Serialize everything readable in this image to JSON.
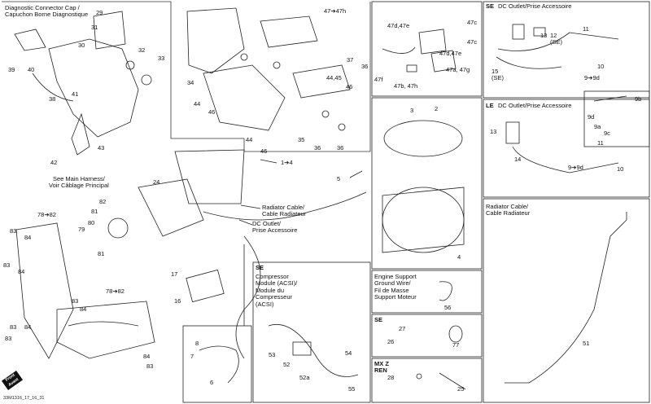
{
  "diagram": {
    "panels": [
      {
        "id": "panel-diag-cap",
        "title": "Diagnostic Connector Cap /\nCapuchon Borne Diagnostique"
      },
      {
        "id": "panel-dc-outlet-se",
        "tag": "SE",
        "title": "DC Outlet/Prise Accessoire"
      },
      {
        "id": "panel-dc-outlet-le",
        "tag": "LE",
        "title": "DC Outlet/Prise Accessoire"
      },
      {
        "id": "panel-radiator-cable",
        "title": "Radiator Cable/\nCable Radiateur"
      },
      {
        "id": "panel-compressor",
        "tag": "SE",
        "title": "Compressor\nModule (ACSI)/\nModule du\nCompresseur\n(ACSI)"
      },
      {
        "id": "panel-ground-wire",
        "title": "Engine Support\nGround Wire/\nFil de Masse\nSupport Moteur"
      },
      {
        "id": "panel-se-small",
        "tag": "SE"
      },
      {
        "id": "panel-mxz-ren",
        "tag": "MX Z\nREN"
      }
    ],
    "callouts": {
      "see_main_harness": "See Main Harness/\nVoir Câblage Principal",
      "radiator_cable": "Radiator Cable/\nCable Radiateur",
      "dc_outlet": "DC Outlet/\nPrise Accessoire",
      "range_1_4": "1➔4",
      "range_47": "47➔47h",
      "range_78_82_a": "78➔82",
      "range_78_82_b": "78➔82"
    },
    "part_numbers": [
      {
        "id": "p29",
        "text": "29"
      },
      {
        "id": "p31",
        "text": "31"
      },
      {
        "id": "p30",
        "text": "30"
      },
      {
        "id": "p32",
        "text": "32"
      },
      {
        "id": "p33",
        "text": "33"
      },
      {
        "id": "p39",
        "text": "39"
      },
      {
        "id": "p40",
        "text": "40"
      },
      {
        "id": "p38",
        "text": "38"
      },
      {
        "id": "p41",
        "text": "41"
      },
      {
        "id": "p42",
        "text": "42"
      },
      {
        "id": "p43",
        "text": "43"
      },
      {
        "id": "p34",
        "text": "34"
      },
      {
        "id": "p37",
        "text": "37"
      },
      {
        "id": "p36a",
        "text": "36"
      },
      {
        "id": "p4445",
        "text": "44,45"
      },
      {
        "id": "p46a",
        "text": "46"
      },
      {
        "id": "p44a",
        "text": "44"
      },
      {
        "id": "p46b",
        "text": "46"
      },
      {
        "id": "p44b",
        "text": "44"
      },
      {
        "id": "p46c",
        "text": "46"
      },
      {
        "id": "p35",
        "text": "35"
      },
      {
        "id": "p36b",
        "text": "36"
      },
      {
        "id": "p36c",
        "text": "36"
      },
      {
        "id": "p47d47e_a",
        "text": "47d,47e"
      },
      {
        "id": "p47c_a",
        "text": "47c"
      },
      {
        "id": "p47c_b",
        "text": "47c"
      },
      {
        "id": "p47d47e_b",
        "text": "47d,47e"
      },
      {
        "id": "p47a47g",
        "text": "47a, 47g"
      },
      {
        "id": "p47f",
        "text": "47f"
      },
      {
        "id": "p47b47h",
        "text": "47b, 47h"
      },
      {
        "id": "p13a",
        "text": "13"
      },
      {
        "id": "p12se",
        "text": "12\n(SE)"
      },
      {
        "id": "p11a",
        "text": "11"
      },
      {
        "id": "p15se",
        "text": "15\n(SE)"
      },
      {
        "id": "p10a",
        "text": "10"
      },
      {
        "id": "p99da",
        "text": "9➔9d"
      },
      {
        "id": "p3",
        "text": "3"
      },
      {
        "id": "p2",
        "text": "2"
      },
      {
        "id": "p5",
        "text": "5"
      },
      {
        "id": "p4",
        "text": "4"
      },
      {
        "id": "p9b",
        "text": "9b"
      },
      {
        "id": "p9d",
        "text": "9d"
      },
      {
        "id": "p9a",
        "text": "9a"
      },
      {
        "id": "p9c",
        "text": "9c"
      },
      {
        "id": "p13b",
        "text": "13"
      },
      {
        "id": "p11b",
        "text": "11"
      },
      {
        "id": "p14",
        "text": "14"
      },
      {
        "id": "p99db",
        "text": "9➔9d"
      },
      {
        "id": "p10b",
        "text": "10"
      },
      {
        "id": "p24",
        "text": "24"
      },
      {
        "id": "p82",
        "text": "82"
      },
      {
        "id": "p81a",
        "text": "81"
      },
      {
        "id": "p80",
        "text": "80"
      },
      {
        "id": "p79",
        "text": "79"
      },
      {
        "id": "p81b",
        "text": "81"
      },
      {
        "id": "p83a",
        "text": "83"
      },
      {
        "id": "p84a",
        "text": "84"
      },
      {
        "id": "p83b",
        "text": "83"
      },
      {
        "id": "p84b",
        "text": "84"
      },
      {
        "id": "p83c",
        "text": "83"
      },
      {
        "id": "p84c",
        "text": "84"
      },
      {
        "id": "p83d",
        "text": "83"
      },
      {
        "id": "p84d",
        "text": "84"
      },
      {
        "id": "p83e",
        "text": "83"
      },
      {
        "id": "p84e",
        "text": "84"
      },
      {
        "id": "p83f",
        "text": "83"
      },
      {
        "id": "p17",
        "text": "17"
      },
      {
        "id": "p16",
        "text": "16"
      },
      {
        "id": "p8",
        "text": "8"
      },
      {
        "id": "p7",
        "text": "7"
      },
      {
        "id": "p6",
        "text": "6"
      },
      {
        "id": "p53",
        "text": "53"
      },
      {
        "id": "p52",
        "text": "52"
      },
      {
        "id": "p52a",
        "text": "52a"
      },
      {
        "id": "p54",
        "text": "54"
      },
      {
        "id": "p55",
        "text": "55"
      },
      {
        "id": "p56",
        "text": "56"
      },
      {
        "id": "p27",
        "text": "27"
      },
      {
        "id": "p26",
        "text": "26"
      },
      {
        "id": "p77",
        "text": "77"
      },
      {
        "id": "p28",
        "text": "28"
      },
      {
        "id": "p25",
        "text": "25"
      },
      {
        "id": "p51",
        "text": "51"
      }
    ],
    "front_badge": "Front\nAvant",
    "footer_code": "33M1316_17_16_31",
    "colors": {
      "line": "#222222",
      "frame": "#333333",
      "background": "#ffffff"
    }
  }
}
